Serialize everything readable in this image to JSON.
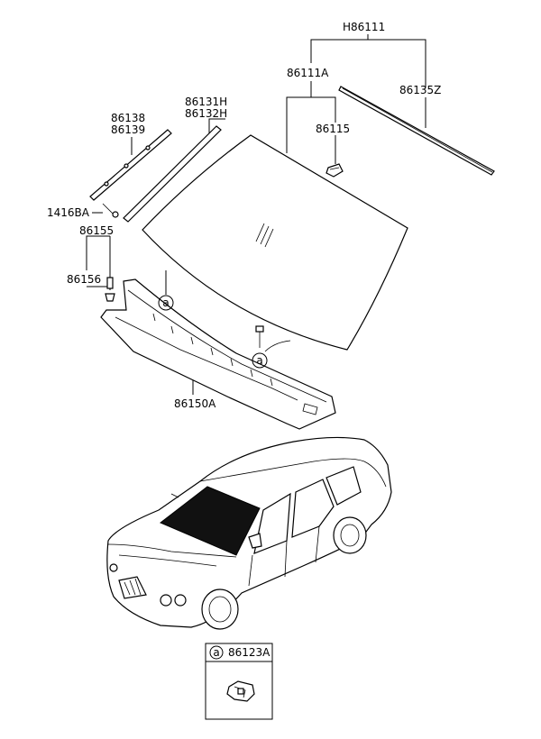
{
  "labels": {
    "h86111": "H86111",
    "p86111a": "86111A",
    "p86135z": "86135Z",
    "p86115": "86115",
    "p86131h": "86131H",
    "p86132h": "86132H",
    "p86138": "86138",
    "p86139": "86139",
    "p1416ba": "1416BA",
    "p86155": "86155",
    "p86156": "86156",
    "p86150a": "86150A"
  },
  "callouts": {
    "a1": "a",
    "a2": "a"
  },
  "legend": {
    "marker": "a",
    "part": "86123A"
  }
}
